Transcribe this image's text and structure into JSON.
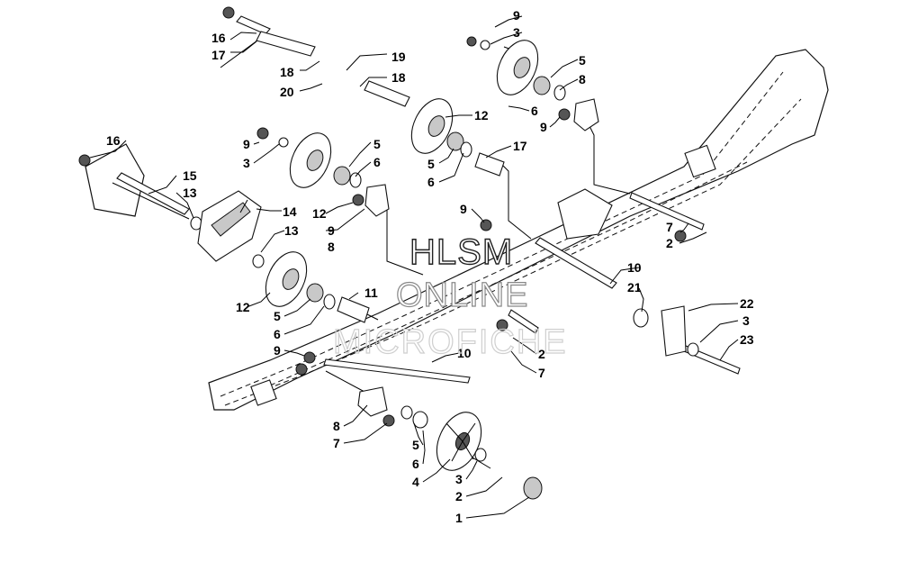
{
  "watermark": {
    "line1": "HLSM",
    "line2": "ONLINE",
    "line3": "MICROFICHE"
  },
  "callouts": [
    {
      "id": "c16a",
      "text": "16"
    },
    {
      "id": "c17a",
      "text": "17"
    },
    {
      "id": "c18a",
      "text": "18"
    },
    {
      "id": "c19",
      "text": "19"
    },
    {
      "id": "c18b",
      "text": "18"
    },
    {
      "id": "c20",
      "text": "20"
    },
    {
      "id": "c9a",
      "text": "9"
    },
    {
      "id": "c3a",
      "text": "3"
    },
    {
      "id": "c5a",
      "text": "5"
    },
    {
      "id": "c8a",
      "text": "8"
    },
    {
      "id": "c12a",
      "text": "12"
    },
    {
      "id": "c6a",
      "text": "6"
    },
    {
      "id": "c9b",
      "text": "9"
    },
    {
      "id": "c16b",
      "text": "16"
    },
    {
      "id": "c9c",
      "text": "9"
    },
    {
      "id": "c3b",
      "text": "3"
    },
    {
      "id": "c5b",
      "text": "5"
    },
    {
      "id": "c6b",
      "text": "6"
    },
    {
      "id": "c17b",
      "text": "17"
    },
    {
      "id": "c5c",
      "text": "5"
    },
    {
      "id": "c6c",
      "text": "6"
    },
    {
      "id": "c15",
      "text": "15"
    },
    {
      "id": "c13a",
      "text": "13"
    },
    {
      "id": "c14",
      "text": "14"
    },
    {
      "id": "c12b",
      "text": "12"
    },
    {
      "id": "c9d",
      "text": "9"
    },
    {
      "id": "c8b",
      "text": "8"
    },
    {
      "id": "c13b",
      "text": "13"
    },
    {
      "id": "c9e",
      "text": "9"
    },
    {
      "id": "c7a",
      "text": "7"
    },
    {
      "id": "c2a",
      "text": "2"
    },
    {
      "id": "c10a",
      "text": "10"
    },
    {
      "id": "c21",
      "text": "21"
    },
    {
      "id": "c12c",
      "text": "12"
    },
    {
      "id": "c11",
      "text": "11"
    },
    {
      "id": "c5d",
      "text": "5"
    },
    {
      "id": "c6d",
      "text": "6"
    },
    {
      "id": "c22",
      "text": "22"
    },
    {
      "id": "c3c",
      "text": "3"
    },
    {
      "id": "c23",
      "text": "23"
    },
    {
      "id": "c9f",
      "text": "9"
    },
    {
      "id": "c10b",
      "text": "10"
    },
    {
      "id": "c2b",
      "text": "2"
    },
    {
      "id": "c7b",
      "text": "7"
    },
    {
      "id": "c8c",
      "text": "8"
    },
    {
      "id": "c7c",
      "text": "7"
    },
    {
      "id": "c5e",
      "text": "5"
    },
    {
      "id": "c6e",
      "text": "6"
    },
    {
      "id": "c4",
      "text": "4"
    },
    {
      "id": "c3d",
      "text": "3"
    },
    {
      "id": "c2c",
      "text": "2"
    },
    {
      "id": "c1",
      "text": "1"
    }
  ]
}
